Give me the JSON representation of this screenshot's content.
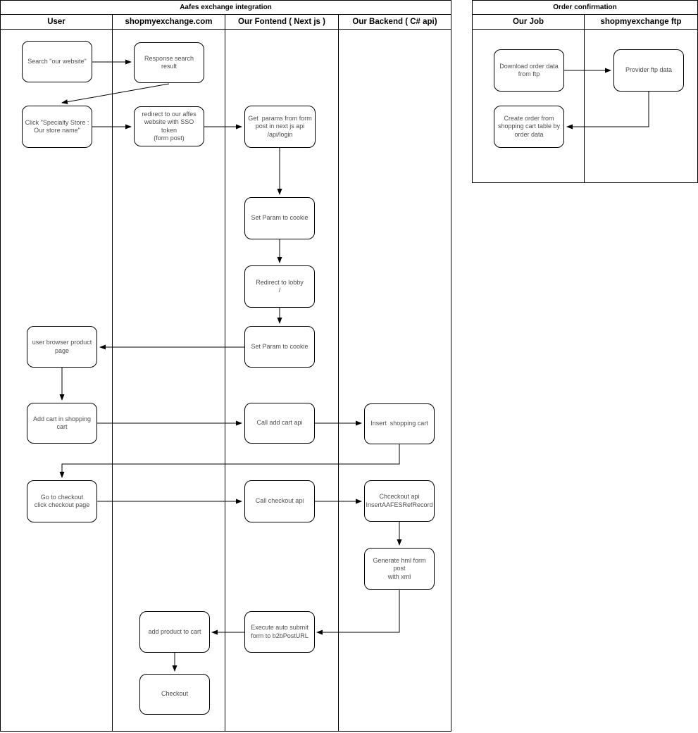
{
  "pool1": {
    "title": "Aafes exchange integration",
    "lanes": [
      "User",
      "shopmyexchange.com",
      "Our Fontend ( Next js )",
      "Our Backend ( C# api)"
    ],
    "nodes": {
      "search": {
        "label": "Search \"our website\""
      },
      "response": {
        "label": "Response search result"
      },
      "click_store": {
        "label": "Click \"Specialty Store :\nOur store name\""
      },
      "redirect_sso": {
        "label": "redirect to our affes\nwebsite with SSO token\n(form post)"
      },
      "get_params": {
        "label": "Get  params from form\npost in next js api\n/api/login"
      },
      "set_cookie1": {
        "label": "Set Param to cookie"
      },
      "redirect_lobby": {
        "label": "Redirect to lobby\n/"
      },
      "user_browser": {
        "label": "user browser product\npage"
      },
      "set_cookie2": {
        "label": "Set Param to cookie"
      },
      "add_cart": {
        "label": "Add cart in shopping\ncart"
      },
      "call_add_cart": {
        "label": "Call add cart api"
      },
      "insert_cart": {
        "label": "Insert  shopping cart"
      },
      "go_checkout": {
        "label": "Go to checkout\nclick checkout page"
      },
      "call_checkout": {
        "label": "Call checkout api"
      },
      "chceckout_api": {
        "label": "Chceckout api\nInsertAAFESRefRecord"
      },
      "generate_form": {
        "label": "Generate hml form post\nwith xml"
      },
      "add_product": {
        "label": "add product to cart"
      },
      "execute_submit": {
        "label": "Execute auto submit\nform to b2bPostURL"
      },
      "checkout": {
        "label": "Checkout"
      }
    },
    "edges": [
      {
        "from": "search",
        "to": "response"
      },
      {
        "from": "response",
        "to": "click_store"
      },
      {
        "from": "click_store",
        "to": "redirect_sso"
      },
      {
        "from": "redirect_sso",
        "to": "get_params"
      },
      {
        "from": "get_params",
        "to": "set_cookie1"
      },
      {
        "from": "set_cookie1",
        "to": "redirect_lobby"
      },
      {
        "from": "redirect_lobby",
        "to": "set_cookie2"
      },
      {
        "from": "set_cookie2",
        "to": "user_browser"
      },
      {
        "from": "user_browser",
        "to": "add_cart"
      },
      {
        "from": "add_cart",
        "to": "call_add_cart"
      },
      {
        "from": "call_add_cart",
        "to": "insert_cart"
      },
      {
        "from": "insert_cart",
        "to": "go_checkout"
      },
      {
        "from": "go_checkout",
        "to": "call_checkout"
      },
      {
        "from": "call_checkout",
        "to": "chceckout_api"
      },
      {
        "from": "chceckout_api",
        "to": "generate_form"
      },
      {
        "from": "generate_form",
        "to": "execute_submit"
      },
      {
        "from": "execute_submit",
        "to": "add_product"
      },
      {
        "from": "add_product",
        "to": "checkout"
      }
    ]
  },
  "pool2": {
    "title": "Order confirmation",
    "lanes": [
      "Our Job",
      "shopmyexchange ftp"
    ],
    "nodes": {
      "download": {
        "label": "Download order data\nfrom ftp"
      },
      "provider": {
        "label": "Provider ftp data"
      },
      "create_order": {
        "label": "Create order from\nshopping cart table by\norder data"
      }
    },
    "edges": [
      {
        "from": "download",
        "to": "provider"
      },
      {
        "from": "provider",
        "to": "create_order"
      }
    ]
  },
  "colors": {
    "stroke": "#000000",
    "node_text": "#4d4d4d",
    "background": "#ffffff"
  }
}
